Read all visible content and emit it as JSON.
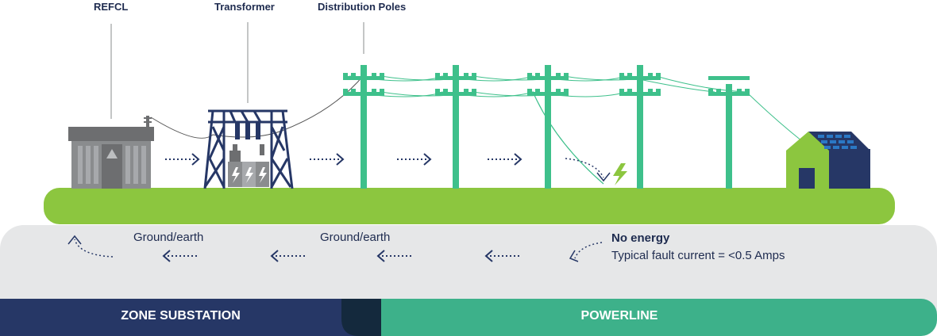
{
  "labels": {
    "refcl": "REFCL",
    "transformer": "Transformer",
    "distribution_poles": "Distribution Poles"
  },
  "ground": {
    "label_1": "Ground/earth",
    "label_2": "Ground/earth"
  },
  "fault_info": {
    "title": "No energy",
    "detail": "Typical fault current = <0.5 Amps"
  },
  "bottom_bar": {
    "left_label": "ZONE SUBSTATION",
    "right_label": "POWERLINE"
  },
  "colors": {
    "navy": "#263766",
    "teal": "#3db18a",
    "pole_green": "#3ec08b",
    "grass_green": "#8cc63f",
    "ground_grey": "#e6e7e8",
    "building_grey": "#8a8c8e"
  },
  "icons": [
    "substation-building-icon",
    "transformer-tower-icon",
    "power-pole-icon",
    "house-with-solar-panels-icon",
    "lightning-bolt-icon",
    "dotted-arrow-right-icon",
    "dotted-arrow-left-icon"
  ]
}
